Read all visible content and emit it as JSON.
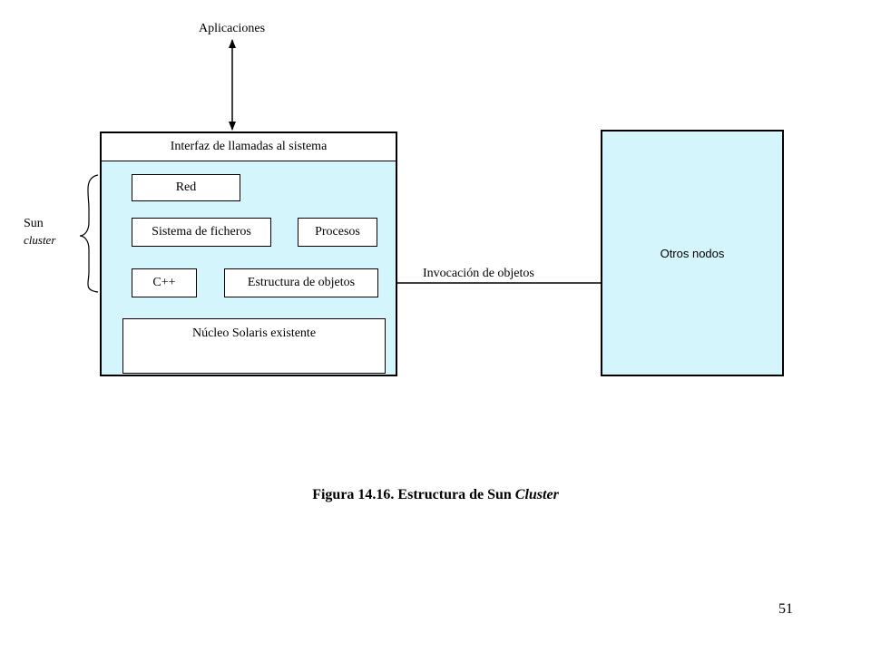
{
  "diagram": {
    "top_label": "Aplicaciones",
    "syscall_interface": "Interfaz de llamadas al sistema",
    "components": {
      "network": "Red",
      "file_system": "Sistema de ficheros",
      "processes": "Procesos",
      "cpp": "C++",
      "object_structure": "Estructura de objetos",
      "solaris_kernel": "Núcleo Solaris existente"
    },
    "side_label": {
      "line1": "Sun",
      "line2": "cluster"
    },
    "invocation_label": "Invocación de objetos",
    "other_nodes": "Otros nodos",
    "colors": {
      "box_fill": "#d3f5fb",
      "stroke": "#000000"
    }
  },
  "caption": {
    "prefix": "Figura 14.16.  Estructura de Sun ",
    "emphasis": "Cluster"
  },
  "page_number": "51"
}
